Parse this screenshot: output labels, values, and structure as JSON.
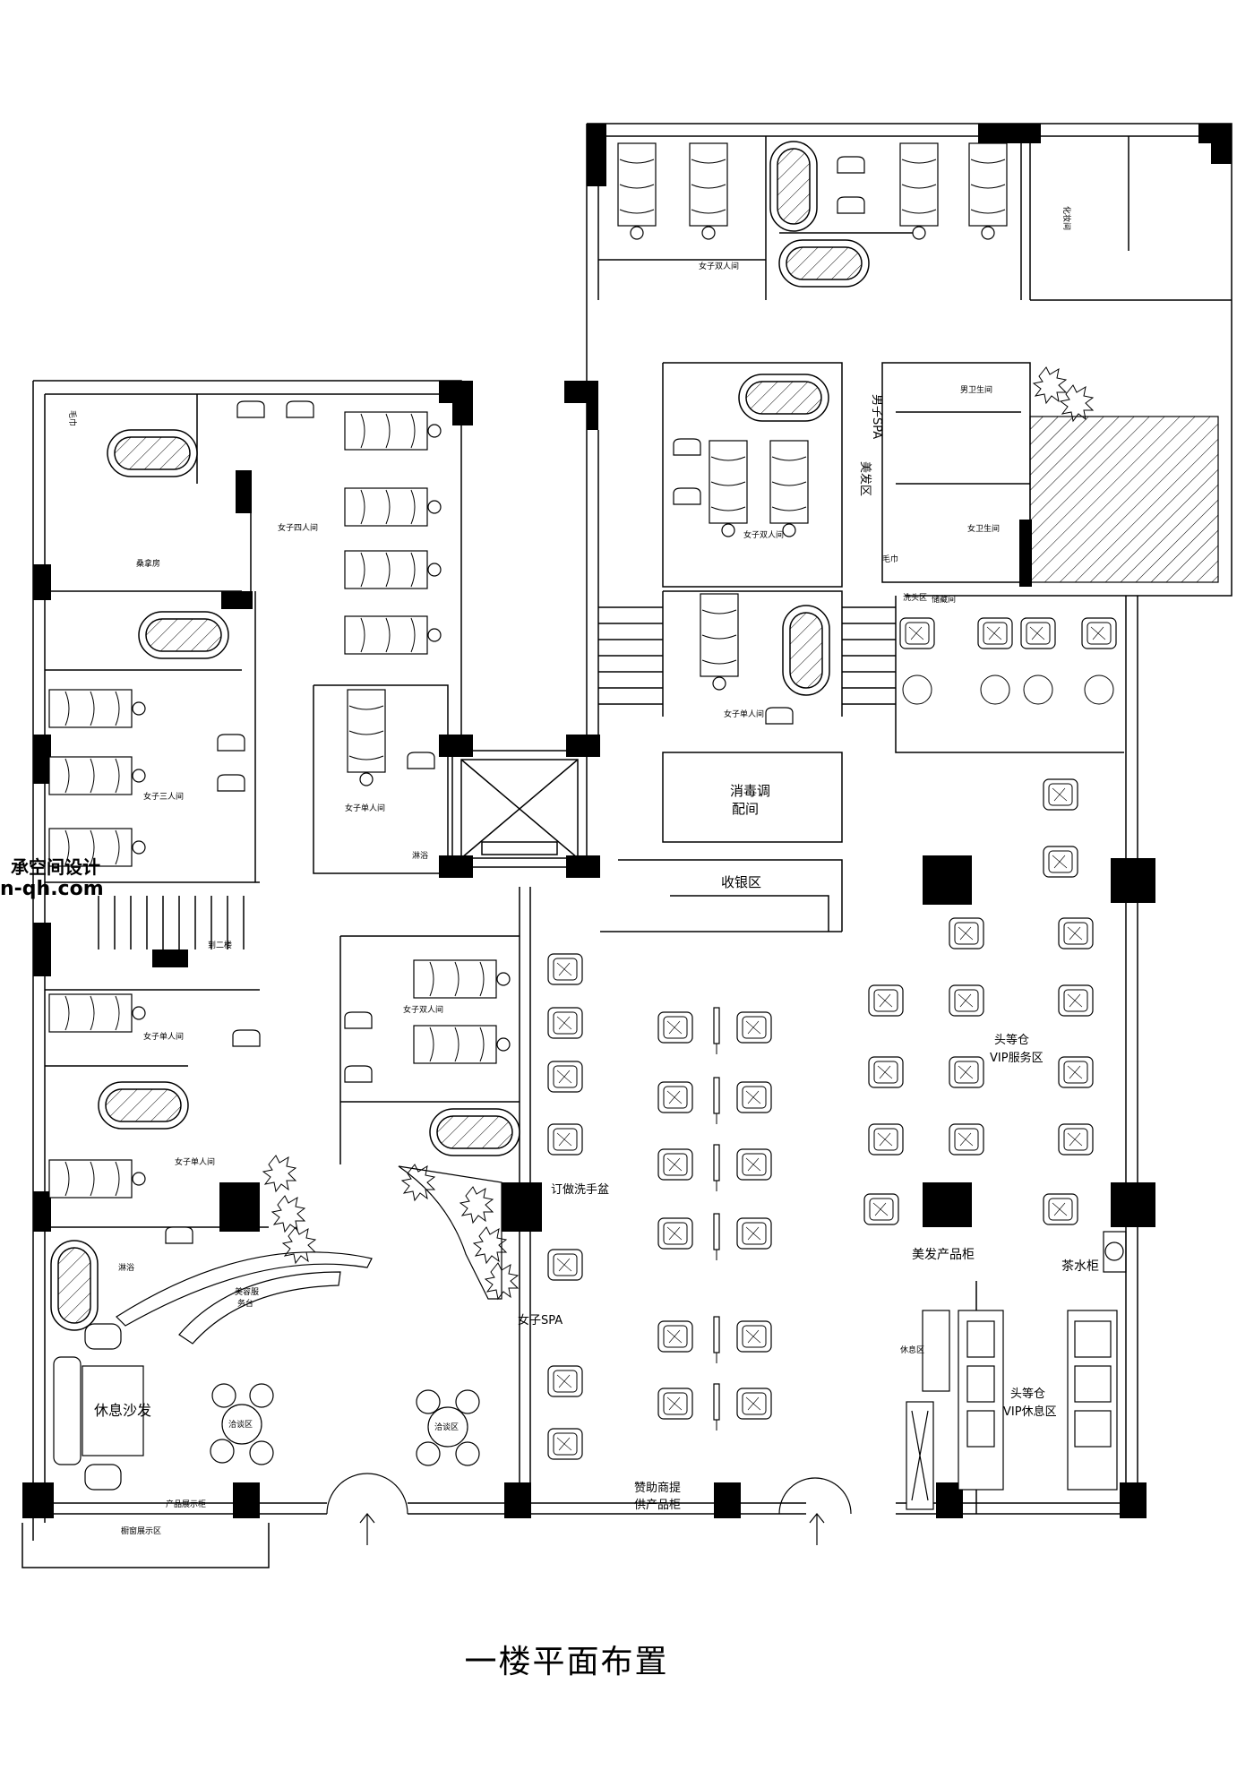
{
  "title": "一楼平面布置",
  "watermark": {
    "line1": "承空间设计",
    "line2": "n-qh.com"
  },
  "colors": {
    "line": "#000000",
    "background": "#ffffff",
    "hatch": "#000000"
  },
  "labels": {
    "f_double_top": "女子双人间",
    "f_double_mid": "女子双人间",
    "f_double_low": "女子双人间",
    "f_single_mid": "女子单人间",
    "f_four": "女子四人间",
    "f_three": "女子三人间",
    "f_single_a": "女子单人间",
    "f_single_b": "女子单人间",
    "f_single_c": "女子单人间",
    "to_second": "到二楼",
    "m_spa": "男子SPA",
    "f_spa": "女子SPA",
    "hair_zone": "美发区",
    "men_wc": "男卫生间",
    "women_wc": "女卫生间",
    "disinfect_1": "消毒调",
    "disinfect_2": "配间",
    "cashier": "收银区",
    "vip_service_1": "头等仓",
    "vip_service_2": "VIP服务区",
    "vip_rest_1": "头等仓",
    "vip_rest_2": "VIP休息区",
    "hair_products": "美发产品柜",
    "tea_cabinet": "茶水柜",
    "wash_basin": "订做洗手盆",
    "rest_sofa": "休息沙发",
    "beauty_desk_1": "美容服",
    "beauty_desk_2": "务台",
    "product_1": "赞助商提",
    "product_2": "供产品柜",
    "shower": "淋浴",
    "shower_b": "淋浴",
    "negotiation_a": "洽谈区",
    "negotiation_b": "洽谈区",
    "rest_zone": "休息区",
    "sauna": "桑拿房",
    "product_cabinet": "产品展示柜",
    "display": "橱窗展示区",
    "towel": "毛巾",
    "towel_b": "毛巾",
    "storage": "储藏间",
    "makeup": "化妆间",
    "wash_room": "洗头区"
  }
}
